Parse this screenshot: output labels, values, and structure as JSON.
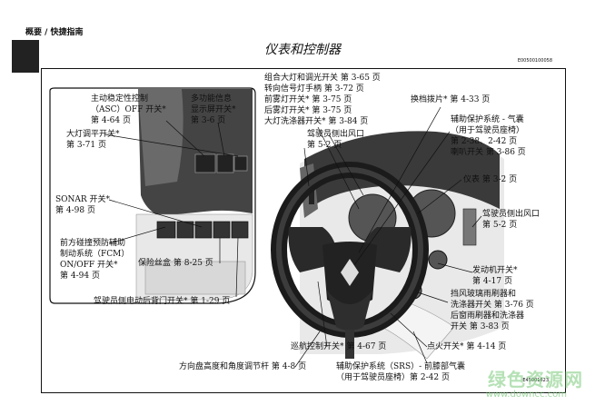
{
  "header": {
    "section": "概要 / 快捷指南",
    "title": "仪表和控制器",
    "code": "E00500100058"
  },
  "figure_code": "E45001623",
  "labels": {
    "asc": [
      "主动稳定性控制",
      "（ASC）OFF 开关*",
      "第 4-64 页"
    ],
    "mid": [
      "多功能信息",
      "显示屏开关*",
      "第 3-6 页"
    ],
    "dim": [
      "大灯调平开关*",
      "第 3-71 页"
    ],
    "sonar": [
      "SONAR 开关*",
      "第 4-98 页"
    ],
    "fcm": [
      "前方碰撞预防辅助",
      "制动系统（FCM）",
      "ON/OFF 开关*",
      "第 4-94 页"
    ],
    "fuse": "保险丝盒 第 8-25 页",
    "tailgate": "驾驶员侧电动后背门开关* 第 1-29 页",
    "top": [
      "组合大灯和调光开关 第 3-65 页",
      "转向信号灯手柄 第 3-72 页",
      "前雾灯开关* 第 3-75 页",
      "后雾灯开关* 第 3-75 页",
      "大灯洗涤器开关* 第 3-84 页"
    ],
    "vent_l": [
      "驾驶员侧出风口",
      "第 5-2 页"
    ],
    "paddle": "换档拨片* 第 4-33 页",
    "airbag": [
      "辅助保护系统 - 气囊",
      "（用于驾驶员座椅）",
      "第 2-38、2-42 页",
      "喇叭开关 第 3-86 页"
    ],
    "meter": "仪表 第 3-2 页",
    "vent_r": [
      "驾驶员侧出风口",
      "第 5-2 页"
    ],
    "engine": [
      "发动机开关*",
      "第 4-17 页"
    ],
    "wiper": [
      "挡风玻璃雨刷器和",
      "洗涤器开关 第 3-76 页",
      "后窗雨刷器和洗涤器",
      "开关 第 3-83 页"
    ],
    "ignition": "点火开关* 第 4-14 页",
    "cruise": "巡航控制开关* 第 4-67 页",
    "tilt": "方向盘高度和角度调节杆 第 4-8 页",
    "knee": [
      "辅助保护系统（SRS）- 前膝部气囊",
      "（用于驾驶员座椅）第 2-42 页"
    ]
  },
  "watermark": {
    "main": "绿色资源网",
    "url": "www.downcc.com"
  }
}
